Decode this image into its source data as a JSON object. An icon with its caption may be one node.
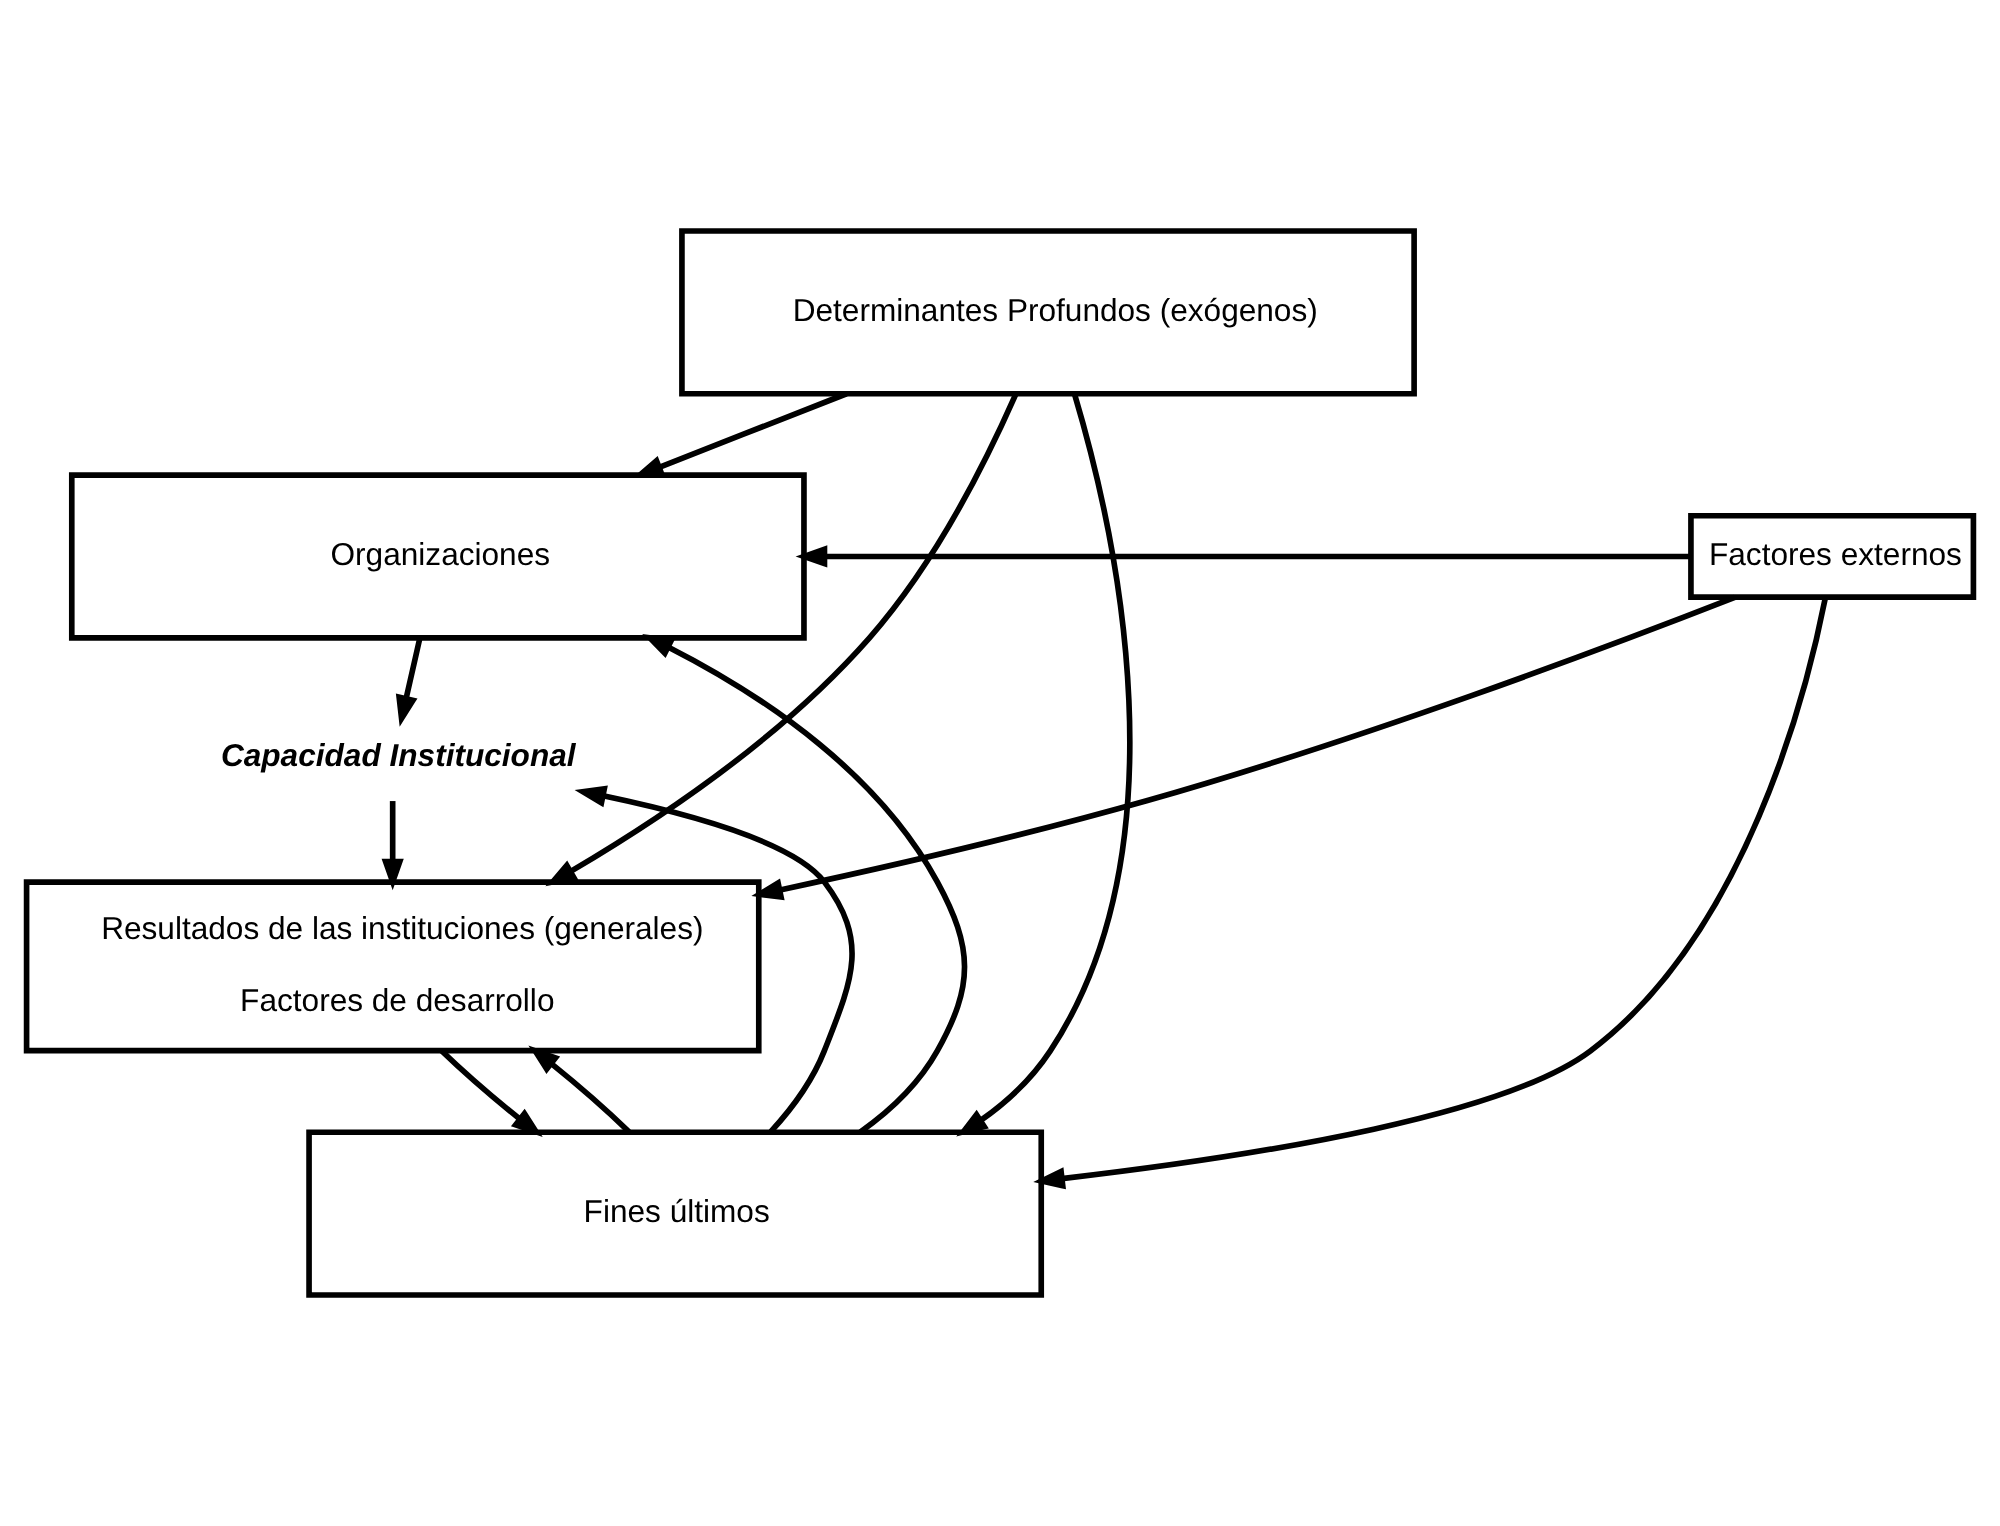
{
  "diagram": {
    "nodes": [
      {
        "text": [
          "Determinantes Profundos (exógenos)"
        ]
      },
      {
        "text": [
          "Organizaciones"
        ]
      },
      {
        "text": [
          "Capacidad Institucional"
        ]
      },
      {
        "text": [
          "Resultados de las instituciones (generales)",
          "Factores de desarrollo"
        ]
      },
      {
        "text": [
          "Fines últimos"
        ]
      },
      {
        "text": [
          "Factores externos"
        ]
      }
    ],
    "edges": [
      {
        "from": 0,
        "to": 1,
        "arrow": "to"
      },
      {
        "from": 1,
        "to": 2,
        "arrow": "to"
      },
      {
        "from": 2,
        "to": 3,
        "arrow": "to"
      },
      {
        "from": 3,
        "to": 4,
        "arrow": "to"
      },
      {
        "from": 4,
        "to": 1,
        "arrow": "to"
      },
      {
        "from": 4,
        "to": 2,
        "arrow": "to"
      },
      {
        "from": 4,
        "to": 3,
        "arrow": "to"
      },
      {
        "from": 0,
        "to": 3,
        "arrow": "to"
      },
      {
        "from": 0,
        "to": 4,
        "arrow": "to"
      },
      {
        "from": 5,
        "to": 1,
        "arrow": "to"
      },
      {
        "from": 5,
        "to": 3,
        "arrow": "to"
      },
      {
        "from": 5,
        "to": 4,
        "arrow": "to"
      }
    ]
  }
}
